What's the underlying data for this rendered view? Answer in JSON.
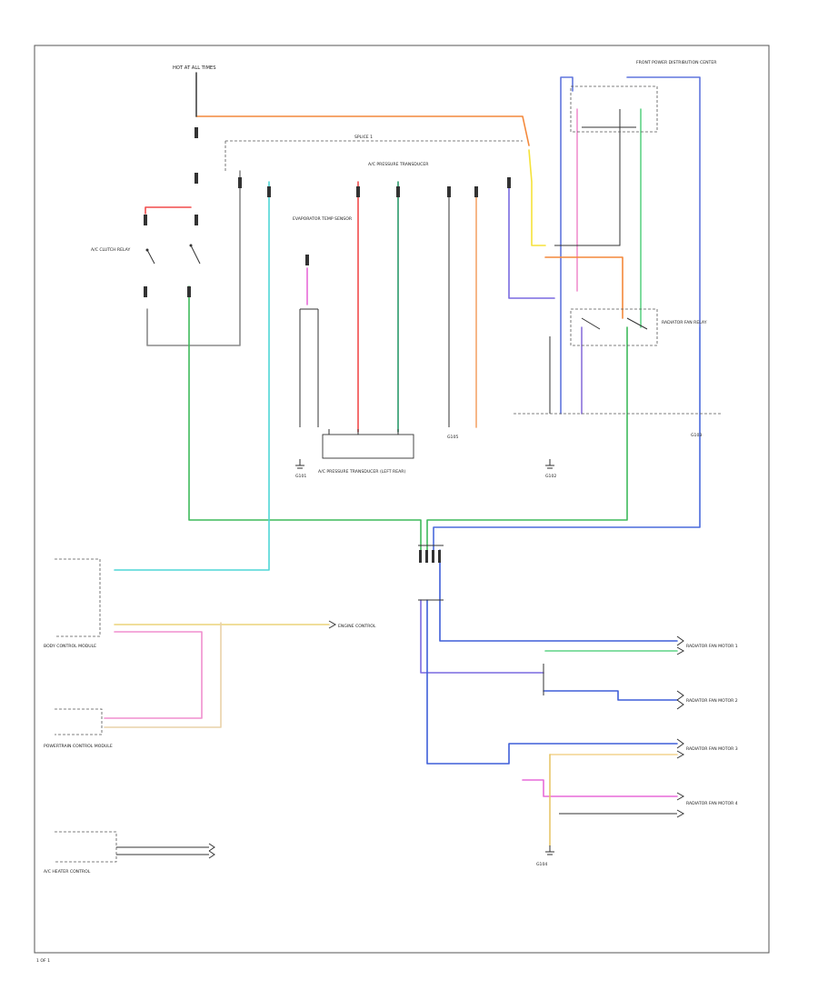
{
  "diagram": {
    "labels": {
      "hot_at_all_times": "HOT AT ALL TIMES",
      "under_hood_module": "FRONT POWER DISTRIBUTION CENTER",
      "wiring_note": "SPLICE 1",
      "high_pressure_sensor": "A/C PRESSURE TRANSDUCER",
      "pressure_sensor_module": "A/C PRESSURE TRANSDUCER (LEFT REAR)",
      "relay_left": "A/C CLUTCH RELAY",
      "relay_right": "RADIATOR FAN RELAY",
      "evap_sensor": "EVAPORATOR TEMP SENSOR",
      "ground_left": "G101",
      "ground_center": "G105",
      "ground_right": "G102",
      "ground_far_right": "G103",
      "ground_bottom": "G104",
      "body_control": "BODY CONTROL MODULE",
      "power_control": "POWERTRAIN CONTROL MODULE",
      "climate_control": "A/C HEATER CONTROL",
      "engine_ctrl": "ENGINE CONTROL",
      "fan_low": "RADIATOR FAN MOTOR 1",
      "fan_mid": "RADIATOR FAN MOTOR 2",
      "fan_high": "RADIATOR FAN MOTOR 3",
      "fan_4": "RADIATOR FAN MOTOR 4",
      "page_number": "1 OF 1"
    }
  }
}
